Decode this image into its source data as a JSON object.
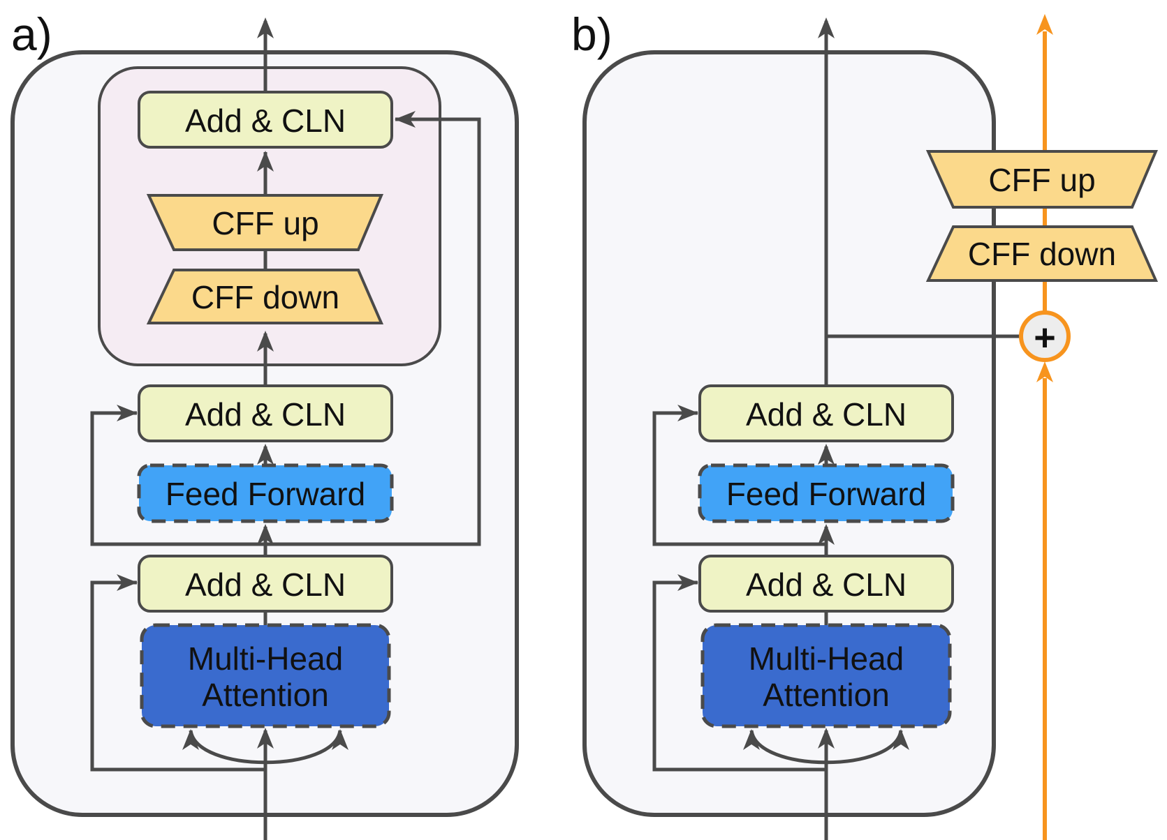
{
  "panel_a": {
    "label": "a)",
    "add_cln_top": "Add & CLN",
    "cff_up": "CFF up",
    "cff_down": "CFF down",
    "add_cln_mid": "Add & CLN",
    "feed_forward": "Feed Forward",
    "add_cln_bottom": "Add & CLN",
    "mha_line1": "Multi-Head",
    "mha_line2": "Attention"
  },
  "panel_b": {
    "label": "b)",
    "cff_up": "CFF up",
    "cff_down": "CFF down",
    "add_cln_top": "Add & CLN",
    "feed_forward": "Feed Forward",
    "add_cln_bottom": "Add & CLN",
    "mha_line1": "Multi-Head",
    "mha_line2": "Attention",
    "sum_symbol": "+"
  },
  "colors": {
    "line": "#4a4a4a",
    "panel_fill": "#f7f7fa",
    "pink_fill": "#f5ecf3",
    "add_cln_fill": "#eff3c5",
    "feed_forward_fill": "#41a3f7",
    "mha_fill": "#3a6bce",
    "cff_fill": "#fbd98b",
    "orange": "#f7941e",
    "sum_fill": "#ededed",
    "text": "#111111"
  }
}
